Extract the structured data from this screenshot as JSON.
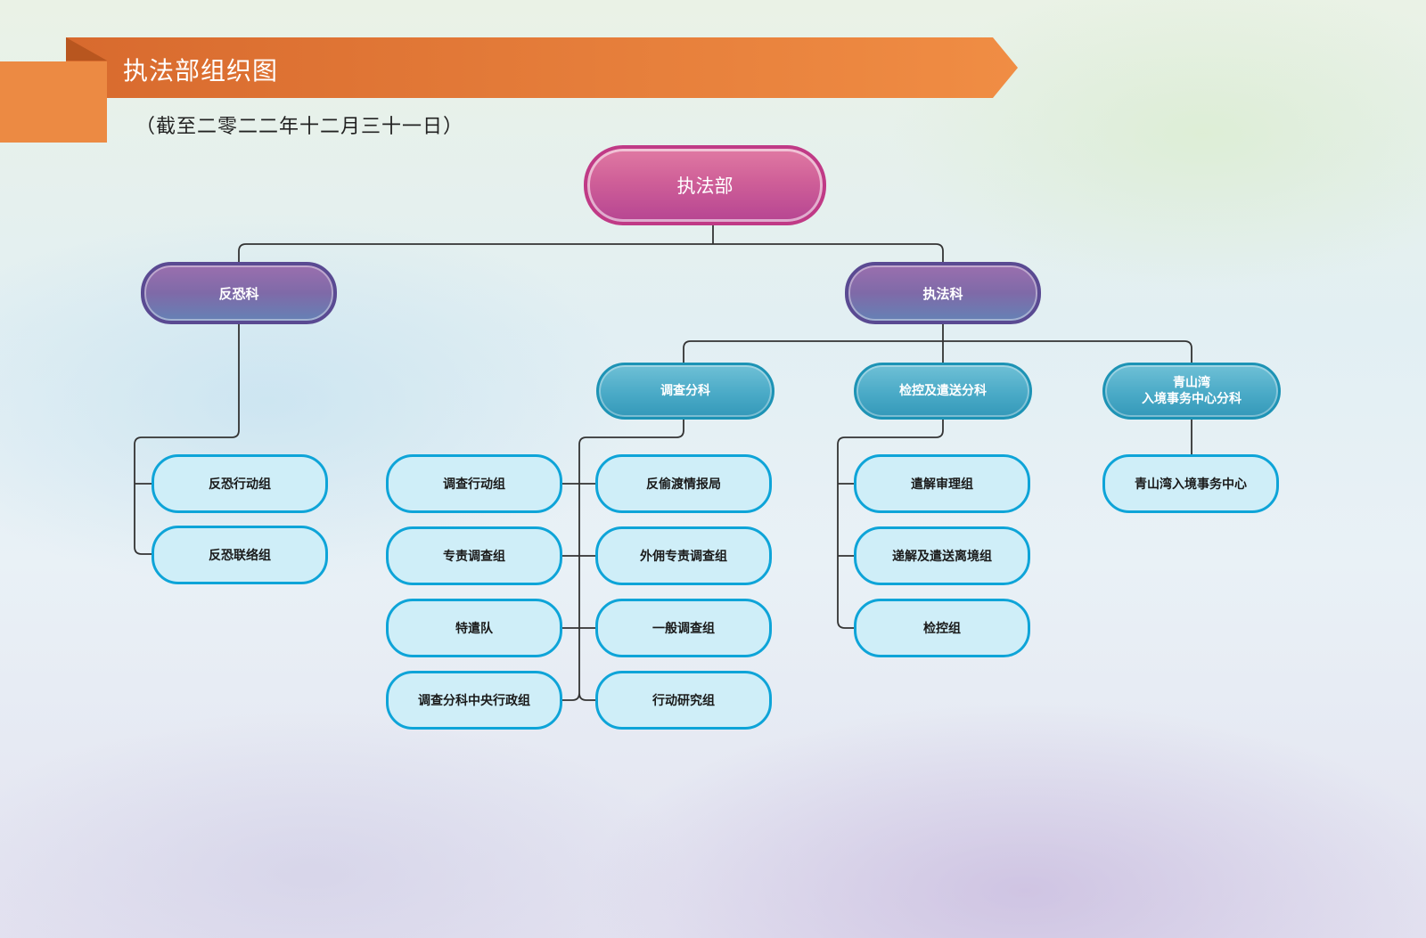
{
  "header": {
    "title": "执法部组织图",
    "subtitle": "（截至二零二二年十二月三十一日）"
  },
  "colors": {
    "banner": "#ec8a43",
    "banner_dark": "#d86a2e",
    "root": "#c03a86",
    "division": "#6a5aa0",
    "subdivision": "#3aa3c2",
    "unit_border": "#0ea4d8",
    "unit_fill": "#cfeef8",
    "connector": "#333333"
  },
  "org": {
    "root": "执法部",
    "anti_terror": {
      "label": "反恐科",
      "units": [
        "反恐行动组",
        "反恐联络组"
      ]
    },
    "enforcement": {
      "label": "执法科",
      "investigation": {
        "label": "调查分科",
        "left_units": [
          "调查行动组",
          "专责调查组",
          "特遣队",
          "调查分科中央行政组"
        ],
        "right_units": [
          "反偷渡情报局",
          "外佣专责调查组",
          "一般调查组",
          "行动研究组"
        ]
      },
      "prosecution": {
        "label": "检控及遣送分科",
        "units": [
          "遣解审理组",
          "递解及遣送离境组",
          "检控组"
        ]
      },
      "castle_peak": {
        "label": "青山湾\n入境事务中心分科",
        "units": [
          "青山湾入境事务中心"
        ]
      }
    }
  }
}
